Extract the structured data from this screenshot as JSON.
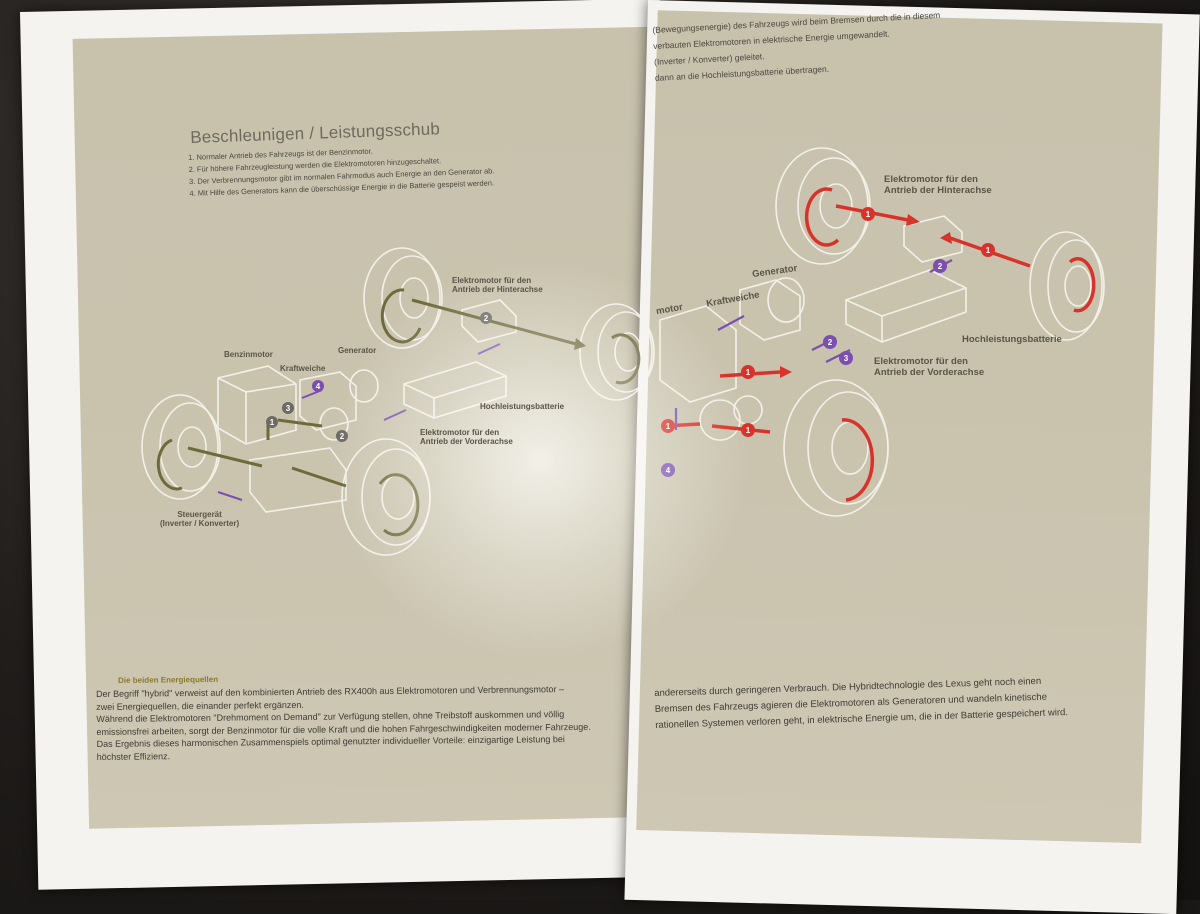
{
  "left_page": {
    "title": "Beschleunigen / Leistungsschub",
    "steps": [
      "1. Normaler Antrieb des Fahrzeugs ist der Benzinmotor.",
      "2. Für höhere Fahrzeugleistung werden die Elektromotoren hinzugeschaltet.",
      "3. Der Verbrennungsmotor gibt im normalen Fahrmodus auch Energie an den Generator ab.",
      "4. Mit Hilfe des Generators kann die überschüssige Energie in die Batterie gespeist werden."
    ],
    "labels": {
      "rear_motor_1": "Elektromotor für den",
      "rear_motor_2": "Antrieb der Hinterachse",
      "benzinmotor": "Benzinmotor",
      "kraftweiche": "Kraftweiche",
      "generator": "Generator",
      "battery": "Hochleistungsbatterie",
      "front_motor_1": "Elektromotor für den",
      "front_motor_2": "Antrieb der Vorderachse",
      "control_1": "Steuergerät",
      "control_2": "(Inverter / Konverter)"
    },
    "subheading": "Die beiden Energiequellen",
    "body": [
      "Der Begriff \"hybrid\" verweist auf den kombinierten Antrieb des RX400h aus Elektromotoren und Verbrennungsmotor –",
      "zwei Energiequellen, die einander perfekt ergänzen.",
      "Während die Elektromotoren \"Drehmoment on Demand\" zur Verfügung stellen, ohne Treibstoff auskommen und völlig",
      "emissionsfrei arbeiten, sorgt der Benzinmotor für die volle Kraft und die hohen Fahrgeschwindigkeiten moderner Fahrzeuge.",
      "Das Ergebnis dieses harmonischen Zusammenspiels optimal genutzter individueller Vorteile: einzigartige Leistung bei",
      "höchster Effizienz."
    ]
  },
  "right_page": {
    "top_text": [
      "(Bewegungsenergie) des Fahrzeugs wird beim Bremsen durch die in diesem",
      "verbauten Elektromotoren in elektrische Energie umgewandelt.",
      "(Inverter / Konverter) geleitet.",
      "dann an die Hochleistungsbatterie übertragen."
    ],
    "labels": {
      "rear_motor_1": "Elektromotor für den",
      "rear_motor_2": "Antrieb der Hinterachse",
      "generator": "Generator",
      "motor": "motor",
      "kraftweiche": "Kraftweiche",
      "battery": "Hochleistungsbatterie",
      "front_motor_1": "Elektromotor für den",
      "front_motor_2": "Antrieb der Vorderachse"
    },
    "body": [
      "andererseits durch geringeren Verbrauch. Die Hybridtechnologie des Lexus geht  noch einen",
      "Bremsen des Fahrzeugs agieren die Elektromotoren als Generatoren und wandeln kinetische",
      "rationellen Systemen verloren geht, in elektrische Energie um, die in der Batterie gespeichert wird."
    ]
  },
  "markers": {
    "one": "1",
    "two": "2",
    "three": "3",
    "four": "4"
  },
  "colors": {
    "panel": "#c9c3ae",
    "paper": "#f4f3ef",
    "arrow_olive": "#6e6a3c",
    "arrow_red": "#d8332a",
    "arrow_purple": "#7a4fb0",
    "marker_gray": "#6b6a63"
  }
}
